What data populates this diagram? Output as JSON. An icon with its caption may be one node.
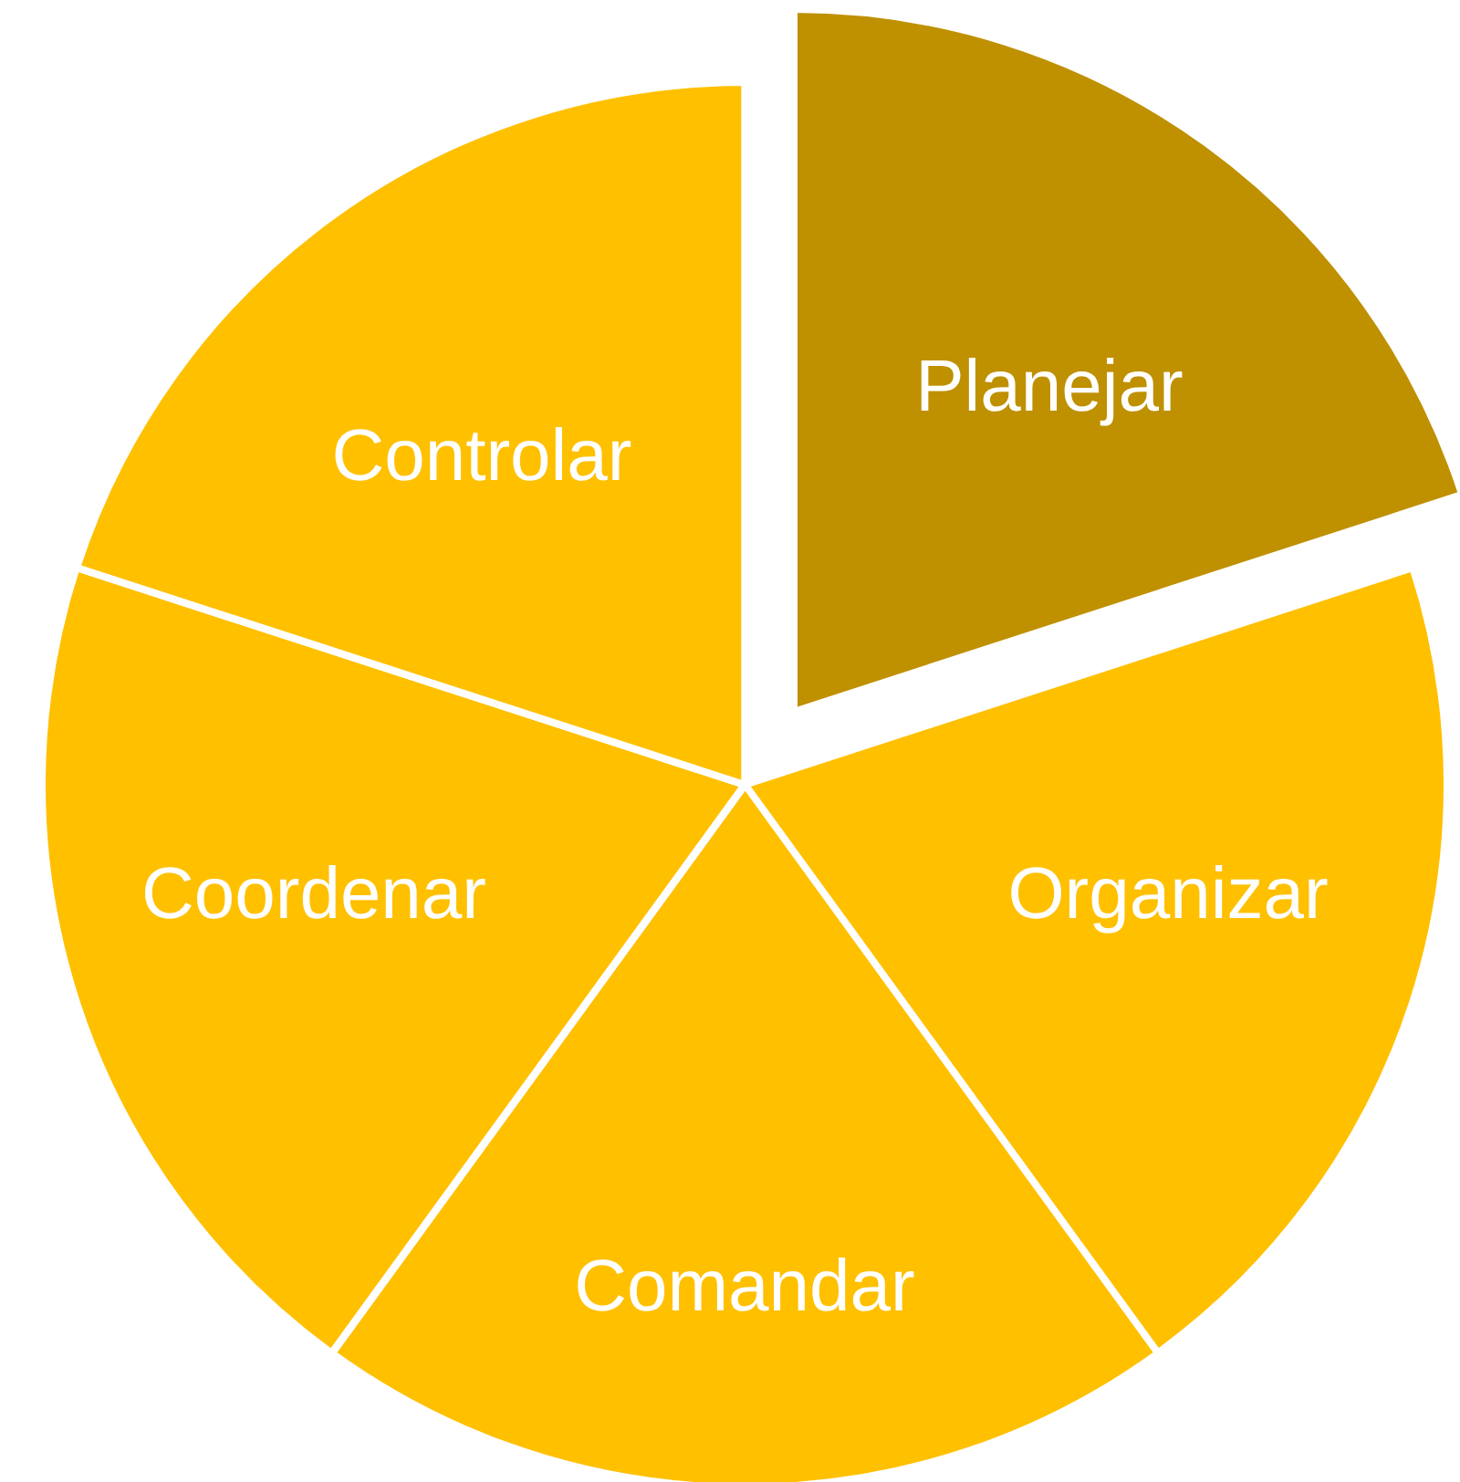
{
  "diagram": {
    "nodes": [
      {
        "text": [
          "Planejar"
        ]
      },
      {
        "text": [
          "Organizar"
        ]
      },
      {
        "text": [
          "Comandar"
        ]
      },
      {
        "text": [
          "Coordenar"
        ]
      },
      {
        "text": [
          "Controlar"
        ]
      }
    ]
  }
}
